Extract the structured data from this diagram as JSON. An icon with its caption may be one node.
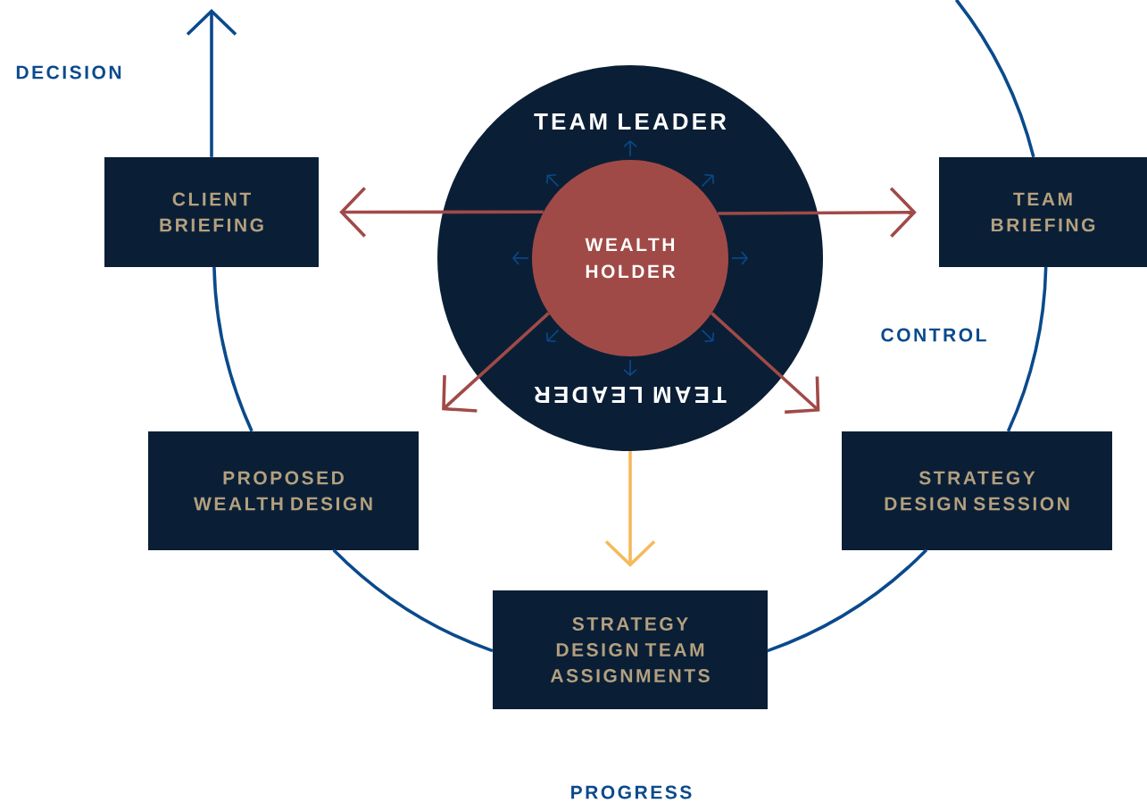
{
  "diagram": {
    "nodes": [
      {
        "text": [
          "TEAM LEADER",
          "TEAM LEADER"
        ]
      },
      {
        "text": [
          "WEALTH HOLDER"
        ],
        "in": 0
      },
      {
        "text": [
          "CLIENT BRIEFING"
        ]
      },
      {
        "text": [
          "TEAM BRIEFING"
        ]
      },
      {
        "text": [
          "PROPOSED WEALTH DESIGN"
        ]
      },
      {
        "text": [
          "STRATEGY DESIGN SESSION"
        ]
      },
      {
        "text": [
          "STRATEGY DESIGN TEAM ASSIGNMENTS"
        ]
      }
    ],
    "edges": [
      {
        "from": 1,
        "to": 2,
        "arrow": "to",
        "color": "#a04a48"
      },
      {
        "from": 1,
        "to": 3,
        "arrow": "to",
        "color": "#a04a48"
      },
      {
        "from": 1,
        "to": 4,
        "arrow": "to",
        "color": "#a04a48"
      },
      {
        "from": 1,
        "to": 5,
        "arrow": "to",
        "color": "#a04a48"
      },
      {
        "from": 0,
        "to": 6,
        "arrow": "to",
        "color": "#f6b95b"
      },
      {
        "from": 2,
        "to": null,
        "arrow": "to"
      },
      {
        "from": 2,
        "to": 4,
        "arrow": "none"
      },
      {
        "from": 4,
        "to": 6,
        "arrow": "none"
      },
      {
        "from": 6,
        "to": 5,
        "arrow": "none"
      },
      {
        "from": 5,
        "to": 3,
        "arrow": "none"
      },
      {
        "from": 3,
        "to": null,
        "arrow": "none"
      }
    ],
    "labels": [
      "DECISION",
      "CONTROL",
      "PROGRESS"
    ]
  }
}
